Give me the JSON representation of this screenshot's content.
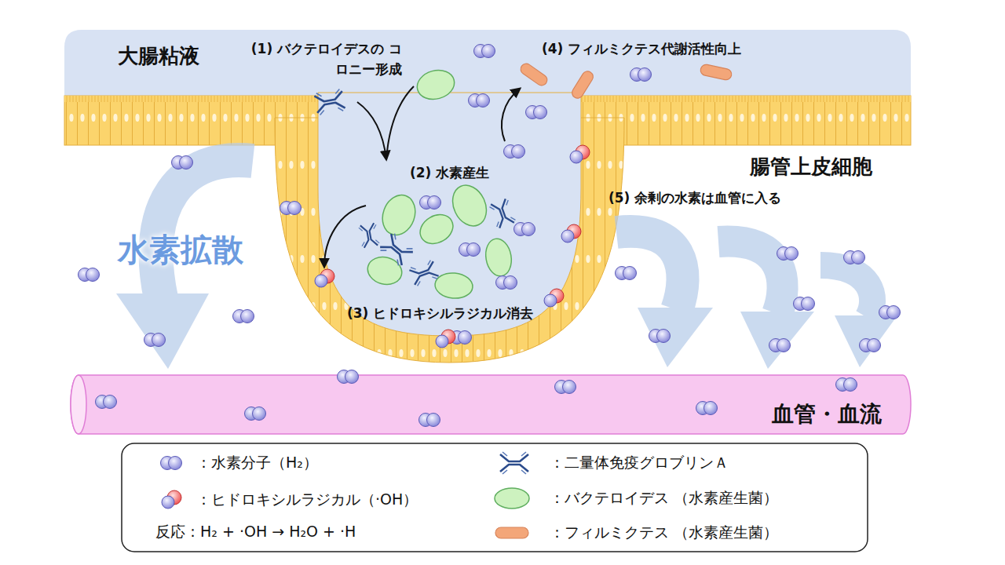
{
  "diagram": {
    "nodes": [
      {
        "text": [
          "大腸粘液"
        ]
      },
      {
        "text": [
          "血管・血流"
        ]
      }
    ],
    "labels": [
      "(1) バクテロイデスの コロニー形成",
      "(4) フィルミクテス代謝活性向上",
      "腸管上皮細胞",
      "(2) 水素産生",
      "水素拡散",
      "(5) 余剰の水素は血管に入る",
      "(3) ヒドロキシルラジカル消去",
      "反応：H₂ + ·OH → H₂O + ·H"
    ],
    "legend": [
      {
        "text": "：水素分子（H₂）"
      },
      {
        "text": "：ヒドロキシルラジカル（·OH）"
      },
      {
        "text": "：二量体免疫グロブリンＡ"
      },
      {
        "text": "：バクテロイデス （水素産生菌）"
      },
      {
        "text": "：フィルミクテス （水素産生菌）"
      }
    ]
  }
}
